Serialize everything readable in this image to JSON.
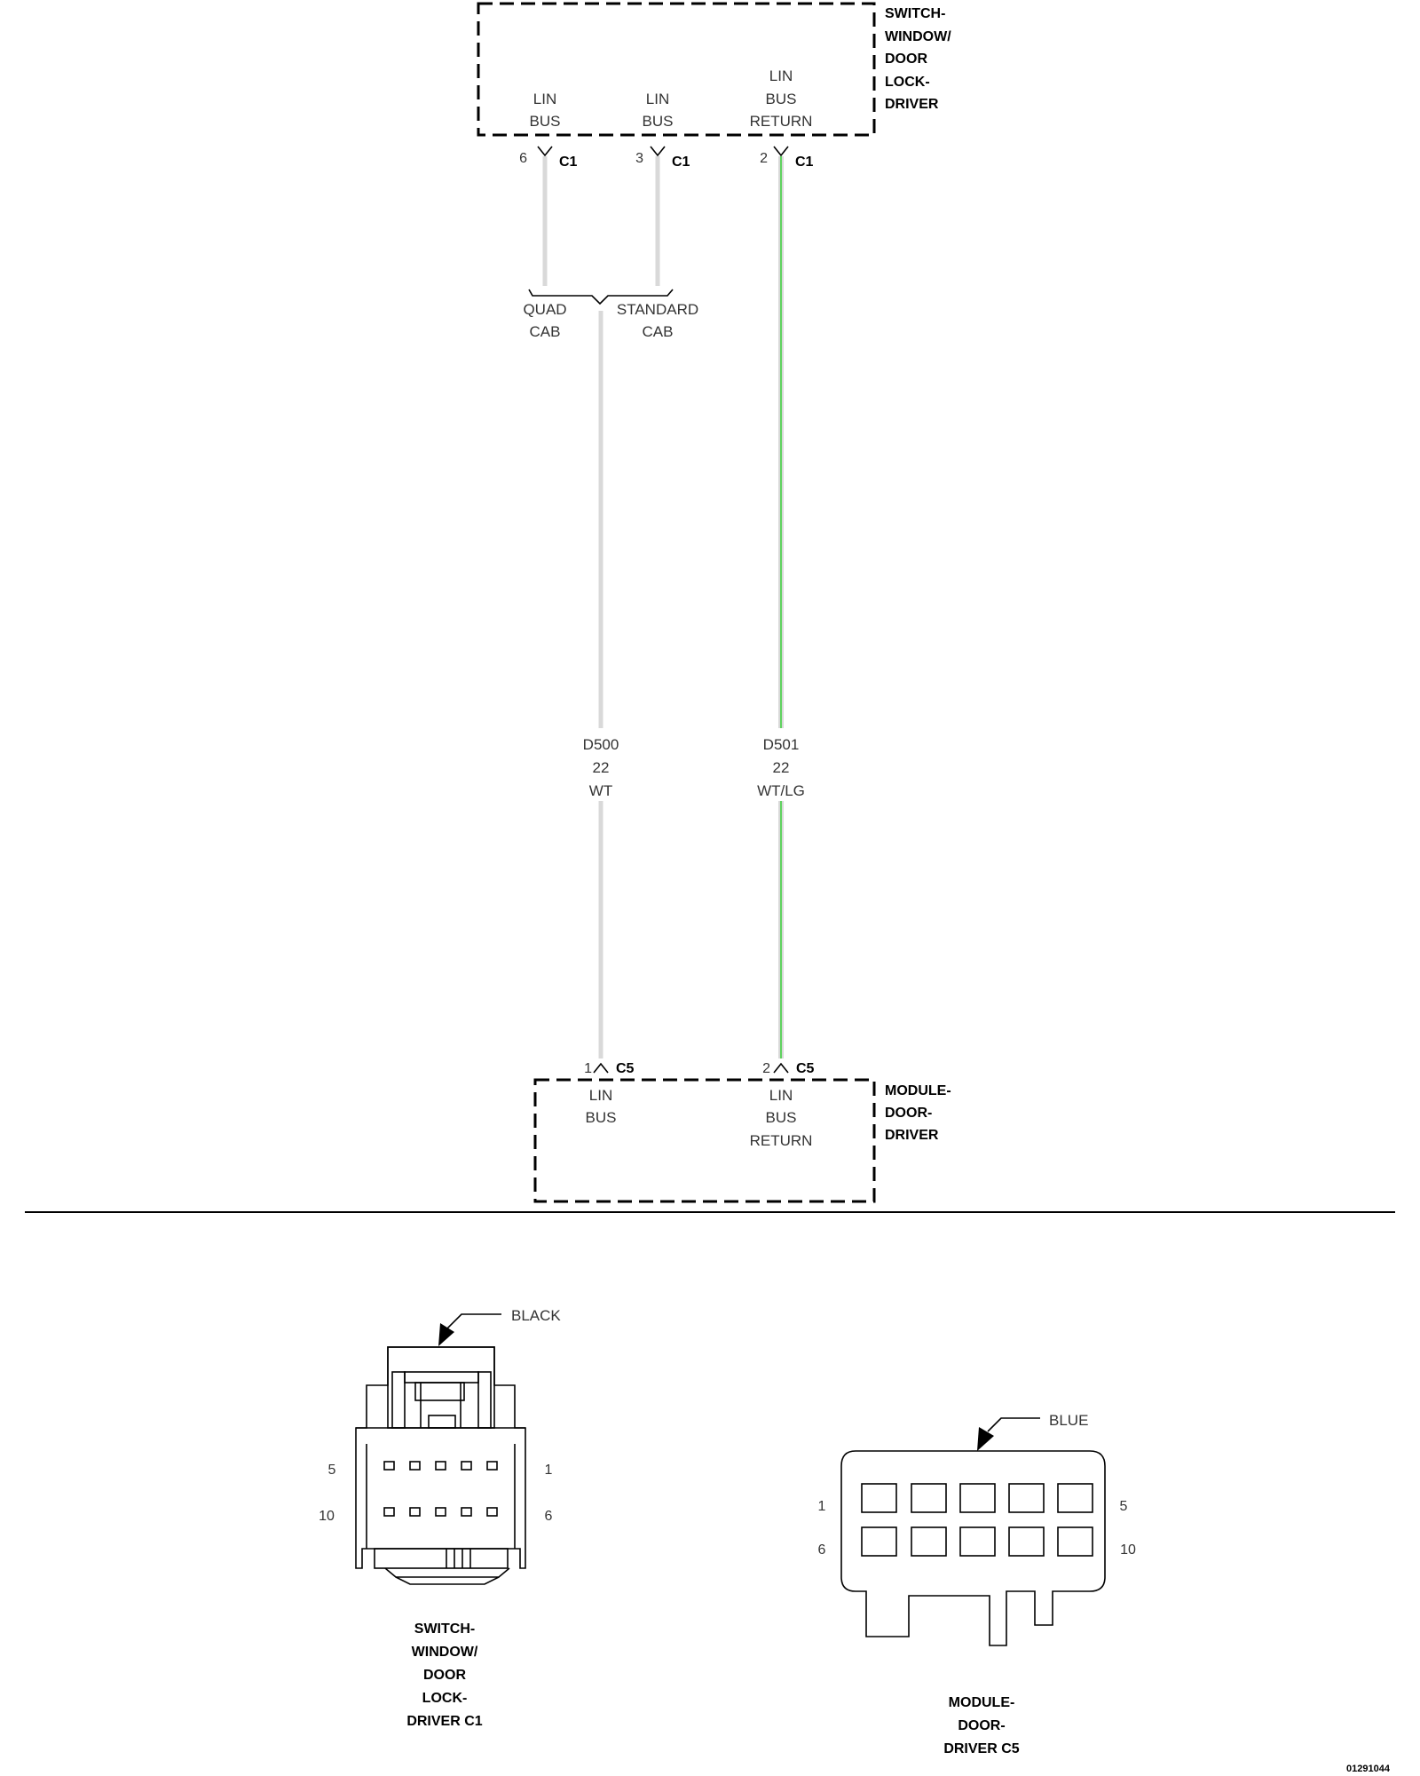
{
  "switch_component": {
    "name_lines": [
      "SWITCH-",
      "WINDOW/",
      "DOOR",
      "LOCK-",
      "DRIVER"
    ],
    "pins": [
      {
        "number": "6",
        "connector": "C1",
        "label_lines": [
          "LIN",
          "BUS"
        ]
      },
      {
        "number": "3",
        "connector": "C1",
        "label_lines": [
          "LIN",
          "BUS"
        ]
      },
      {
        "number": "2",
        "connector": "C1",
        "label_lines": [
          "LIN",
          "BUS",
          "RETURN"
        ]
      }
    ]
  },
  "options": [
    {
      "label_lines": [
        "QUAD",
        "CAB"
      ]
    },
    {
      "label_lines": [
        "STANDARD",
        "CAB"
      ]
    }
  ],
  "wires": [
    {
      "circuit": "D500",
      "gauge": "22",
      "color_code": "WT",
      "stroke": "#d9d9d9"
    },
    {
      "circuit": "D501",
      "gauge": "22",
      "color_code": "WT/LG",
      "stroke": "#5fd35f"
    }
  ],
  "module_component": {
    "name_lines": [
      "MODULE-",
      "DOOR-",
      "DRIVER"
    ],
    "pins": [
      {
        "number": "1",
        "connector": "C5",
        "label_lines": [
          "LIN",
          "BUS"
        ]
      },
      {
        "number": "2",
        "connector": "C5",
        "label_lines": [
          "LIN",
          "BUS",
          "RETURN"
        ]
      }
    ]
  },
  "connector_views": [
    {
      "color": "BLACK",
      "pin_labels": {
        "top_left": "5",
        "top_right": "1",
        "bottom_left": "10",
        "bottom_right": "6"
      },
      "title_lines": [
        "SWITCH-",
        "WINDOW/",
        "DOOR",
        "LOCK-",
        "DRIVER C1"
      ]
    },
    {
      "color": "BLUE",
      "pin_labels": {
        "top_left": "1",
        "top_right": "5",
        "bottom_left": "6",
        "bottom_right": "10"
      },
      "title_lines": [
        "MODULE-",
        "DOOR-",
        "DRIVER C5"
      ]
    }
  ],
  "figure_id": "01291044"
}
